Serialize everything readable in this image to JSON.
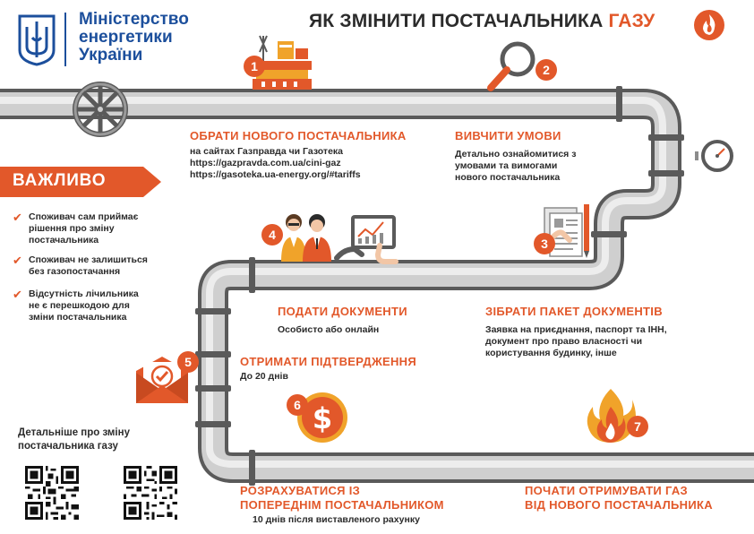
{
  "header": {
    "ministry_lines": [
      "Міністерство",
      "енергетики",
      "України"
    ],
    "title_main": "ЯК ЗМІНИТИ ПОСТАЧАЛЬНИКА ",
    "title_accent": "ГАЗУ"
  },
  "colors": {
    "accent": "#e2582a",
    "ministry_blue": "#1c4f9c",
    "pipe_grey": "#8c8c8c",
    "text_dark": "#2b2b2b"
  },
  "icons": {
    "logo": "trident-coat-of-arms-icon",
    "title": "flame-icon",
    "step1": "gas-plant-icon",
    "step2": "magnifier-icon",
    "step3": "documents-pencil-icon",
    "step4": "people-tablet-icon",
    "step5": "envelope-check-icon",
    "step6": "dollar-coin-icon",
    "step7": "fire-icon",
    "valve": "valve-wheel-icon",
    "gauge": "pressure-gauge-icon"
  },
  "steps": [
    {
      "number": "1",
      "title": [
        "ОБРАТИ НОВОГО ПОСТАЧАЛЬНИКА"
      ],
      "text": [
        "на сайтах Газправда чи Газотека",
        "https://gazpravda.com.ua/cini-gaz",
        "https://gasoteka.ua-energy.org/#tariffs"
      ]
    },
    {
      "number": "2",
      "title": [
        "ВИВЧИТИ УМОВИ"
      ],
      "text": [
        "Детально ознайомитися з",
        "умовами та вимогами",
        "нового постачальника"
      ]
    },
    {
      "number": "3",
      "title": [
        "ЗІБРАТИ ПАКЕТ ДОКУМЕНТІВ"
      ],
      "text": [
        "Заявка на приєднання, паспорт та ІНН,",
        "документ про право власності чи",
        "користування будинку, інше"
      ]
    },
    {
      "number": "4",
      "title": [
        "ПОДАТИ ДОКУМЕНТИ"
      ],
      "text": [
        "Особисто або онлайн"
      ]
    },
    {
      "number": "5",
      "title": [
        "ОТРИМАТИ ПІДТВЕРДЖЕННЯ"
      ],
      "text": [
        "До 20 днів"
      ]
    },
    {
      "number": "6",
      "title": [
        "РОЗРАХУВАТИСЯ ІЗ",
        "ПОПЕРЕДНІМ ПОСТАЧАЛЬНИКОМ"
      ],
      "text": [
        "10 днів після виставленого рахунку"
      ]
    },
    {
      "number": "7",
      "title": [
        "ПОЧАТИ ОТРИМУВАТИ ГАЗ",
        "ВІД НОВОГО ПОСТАЧАЛЬНИКА"
      ],
      "text": []
    }
  ],
  "important": {
    "label": "ВАЖЛИВО",
    "items": [
      [
        "Споживач сам приймає",
        "рішення про зміну",
        "постачальника"
      ],
      [
        "Споживач не залишиться",
        "без газопостачання"
      ],
      [
        "Відсутність лічильника",
        "не є перешкодою для",
        "зміни постачальника"
      ]
    ]
  },
  "more_info": [
    "Детальніше про зміну",
    "постачальника газу"
  ],
  "qr_codes": [
    "qr-code-gazpravda",
    "qr-code-gasoteka"
  ]
}
